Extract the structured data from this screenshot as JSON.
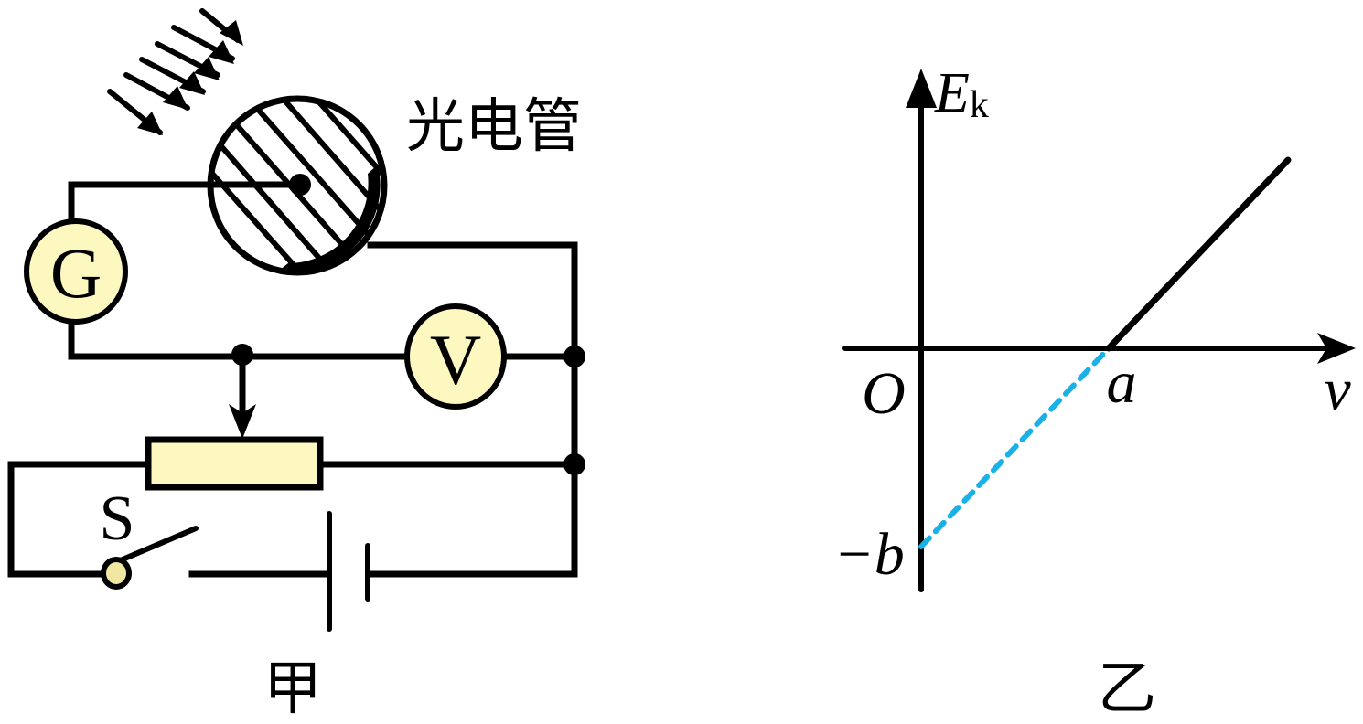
{
  "figure_a": {
    "caption": "甲",
    "phototube_label": "光电管",
    "galvanometer_label": "G",
    "voltmeter_label": "V",
    "switch_label": "S",
    "component_fill": "#fdf8c0"
  },
  "figure_b": {
    "caption": "乙",
    "y_axis_label_main": "E",
    "y_axis_label_sub": "k",
    "x_axis_label": "ν",
    "origin_label": "O",
    "x_intercept_label": "a",
    "y_intercept_label": "−b",
    "extension_color": "#1ab0e8"
  },
  "chart_data": {
    "type": "line",
    "title": "",
    "xlabel": "ν",
    "ylabel": "Ek",
    "series": [
      {
        "name": "Ek vs ν (solid)",
        "style": "solid",
        "x": [
          "a",
          "beyond a"
        ],
        "y": [
          0,
          "positive"
        ]
      },
      {
        "name": "extension (dashed)",
        "style": "dashed",
        "x": [
          0,
          "a"
        ],
        "y": [
          "-b",
          0
        ]
      }
    ],
    "annotations": [
      "O",
      "a",
      "-b"
    ],
    "grid": false
  }
}
